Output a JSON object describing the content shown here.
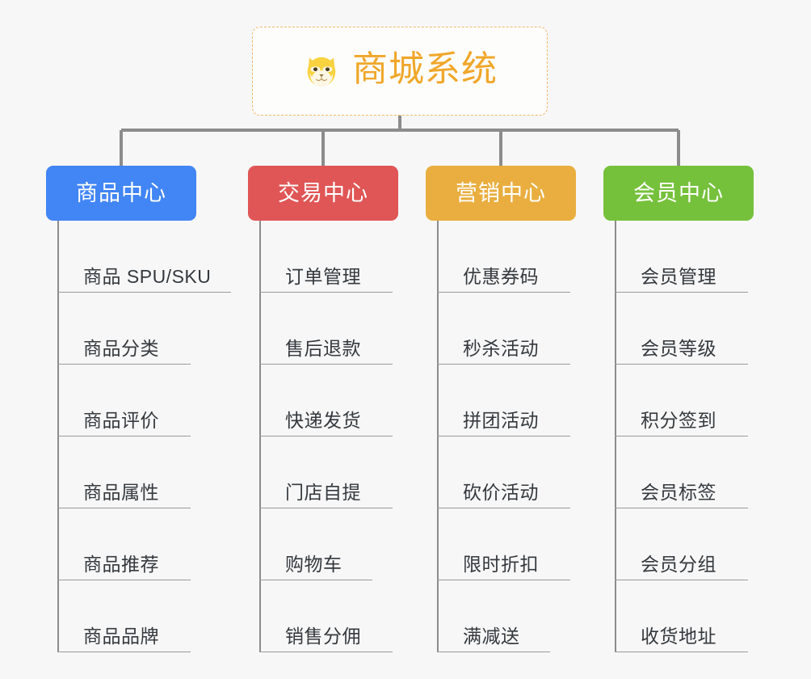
{
  "diagram": {
    "type": "mindmap-tree",
    "background_color": "#f7f7f7",
    "connector_color": "#8c8c8c"
  },
  "root": {
    "title": "商城系统",
    "icon": "shiba-dog-face-icon",
    "text_color": "#f0a72a",
    "border_color": "#f0b968",
    "background_color": "#fdfdfc"
  },
  "categories": [
    {
      "label": "商品中心",
      "color": "#4285f4",
      "items": [
        {
          "label": "商品 SPU/SKU"
        },
        {
          "label": "商品分类"
        },
        {
          "label": "商品评价"
        },
        {
          "label": "商品属性"
        },
        {
          "label": "商品推荐"
        },
        {
          "label": "商品品牌"
        }
      ]
    },
    {
      "label": "交易中心",
      "color": "#e05656",
      "items": [
        {
          "label": "订单管理"
        },
        {
          "label": "售后退款"
        },
        {
          "label": "快递发货"
        },
        {
          "label": "门店自提"
        },
        {
          "label": "购物车"
        },
        {
          "label": "销售分佣"
        }
      ]
    },
    {
      "label": "营销中心",
      "color": "#e9ae3f",
      "items": [
        {
          "label": "优惠券码"
        },
        {
          "label": "秒杀活动"
        },
        {
          "label": "拼团活动"
        },
        {
          "label": "砍价活动"
        },
        {
          "label": "限时折扣"
        },
        {
          "label": "满减送"
        }
      ]
    },
    {
      "label": "会员中心",
      "color": "#76c13c",
      "items": [
        {
          "label": "会员管理"
        },
        {
          "label": "会员等级"
        },
        {
          "label": "积分签到"
        },
        {
          "label": "会员标签"
        },
        {
          "label": "会员分组"
        },
        {
          "label": "收货地址"
        }
      ]
    }
  ]
}
